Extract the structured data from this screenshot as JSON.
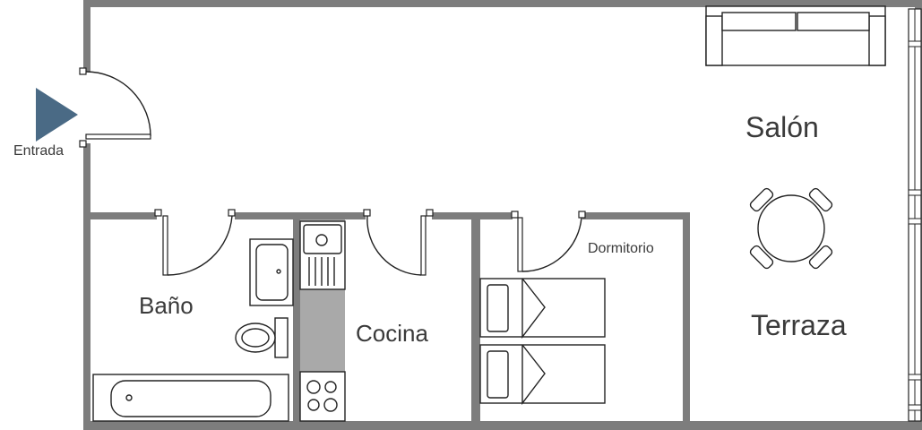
{
  "labels": {
    "entrance": "Entrada",
    "living": "Salón",
    "terrace": "Terraza",
    "bathroom": "Baño",
    "kitchen": "Cocina",
    "bedroom": "Dormitorio"
  },
  "colors": {
    "wall": "#7d7d7d",
    "entrance_arrow": "#4a6a85",
    "counter": "#a9a9a9",
    "line": "#222222",
    "text": "#3a3a3a"
  },
  "icons": {
    "entrance": "triangle-arrow-right"
  }
}
